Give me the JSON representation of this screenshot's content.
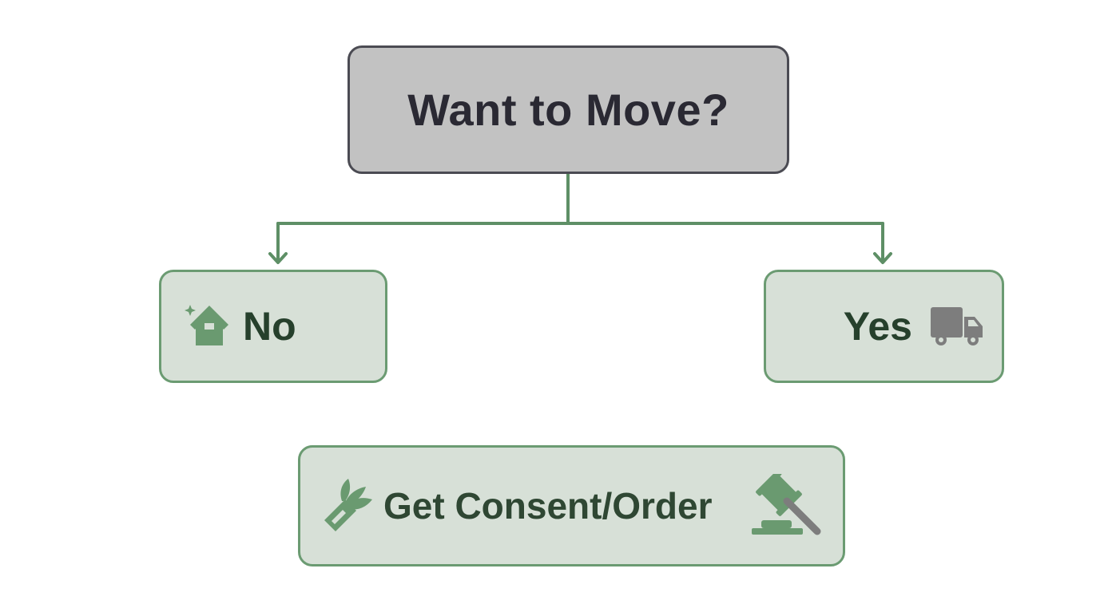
{
  "flowchart": {
    "question": {
      "label": "Want to Move?"
    },
    "no_branch": {
      "label": "No",
      "icon": "house-icon"
    },
    "yes_branch": {
      "label": "Yes",
      "icon": "truck-icon"
    },
    "outcome": {
      "label": "Get Consent/Order",
      "icons": [
        "leaf-document-icon",
        "gavel-icon"
      ]
    }
  },
  "colors": {
    "question_fill": "#c2c2c2",
    "question_border": "#4b4b53",
    "node_fill": "#d7e0d7",
    "node_border": "#6b9b72",
    "connector": "#5e8f66",
    "icon_green": "#6a9a70",
    "icon_gray": "#7d7d7d",
    "text_dark": "#2a2933",
    "text_green": "#26402c"
  }
}
